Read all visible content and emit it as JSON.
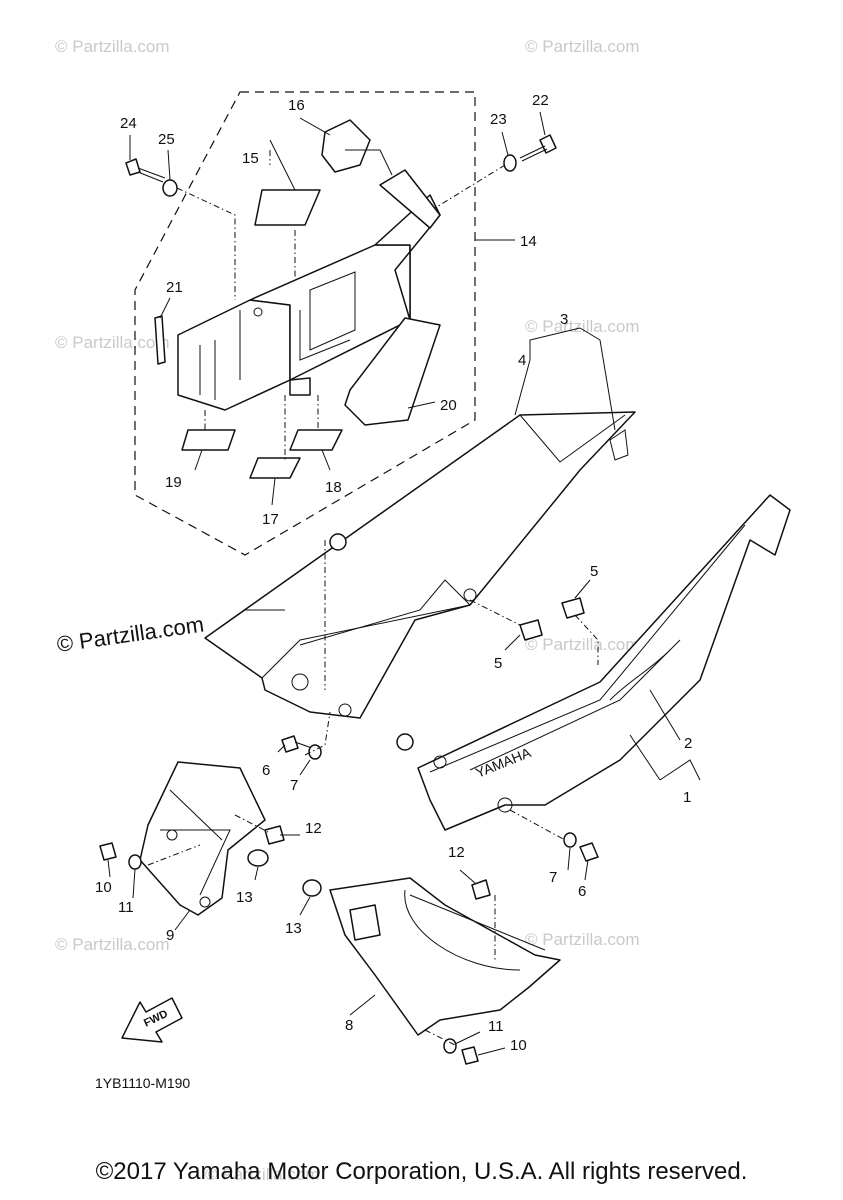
{
  "watermarks": [
    "© Partzilla.com",
    "© Partzilla.com",
    "© Partzilla.com",
    "© Partzilla.com",
    "© Partzilla.com",
    "© Partzilla.com",
    "© Partzilla.com",
    "© Partzilla.com"
  ],
  "watermark_main": "© Partzilla.com",
  "callouts": [
    "1",
    "2",
    "3",
    "4",
    "5",
    "5",
    "6",
    "6",
    "7",
    "7",
    "8",
    "9",
    "10",
    "10",
    "11",
    "11",
    "12",
    "12",
    "13",
    "13",
    "14",
    "15",
    "16",
    "17",
    "18",
    "19",
    "20",
    "21",
    "22",
    "23",
    "24",
    "25"
  ],
  "brand_mark": "YAMAHA",
  "fwd_label": "FWD",
  "diagram_code": "1YB1110-M190",
  "copyright": "©2017 Yamaha Motor Corporation, U.S.A. All rights reserved."
}
